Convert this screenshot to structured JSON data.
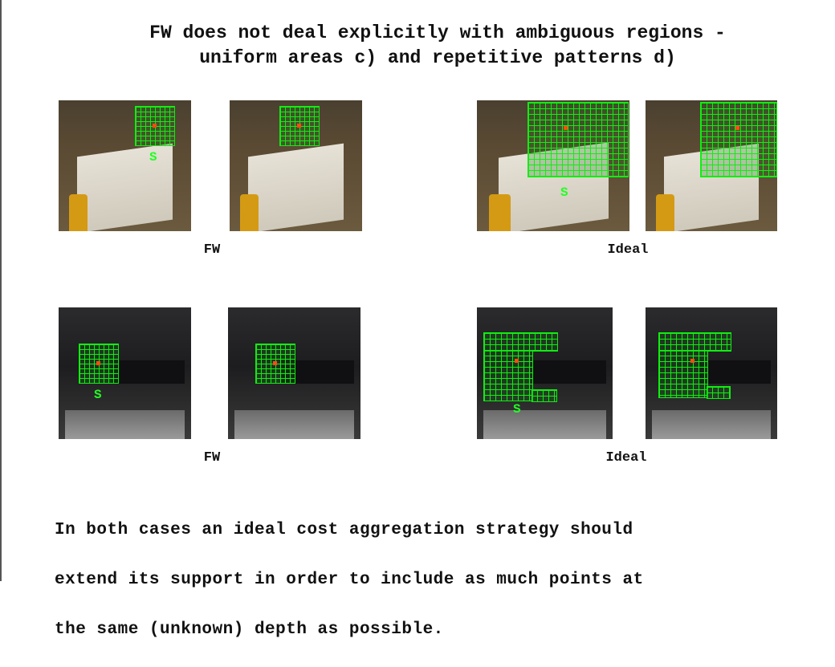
{
  "title": {
    "line1": "FW does not deal explicitly with ambiguous regions -",
    "line2": "uniform areas c) and repetitive patterns d)"
  },
  "captions": {
    "row1_left": "FW",
    "row1_right": "Ideal",
    "row2_left": "FW",
    "row2_right": "Ideal"
  },
  "markers": {
    "s": "S"
  },
  "conclusion": {
    "line1": "In both cases an ideal cost aggregation strategy should",
    "line2": "extend its support in order to include as much points at",
    "line3": "the same (unknown) depth as possible."
  },
  "colors": {
    "grid": "#10ee10",
    "center_point": "#ff4a10",
    "s_marker": "#22ff22"
  }
}
